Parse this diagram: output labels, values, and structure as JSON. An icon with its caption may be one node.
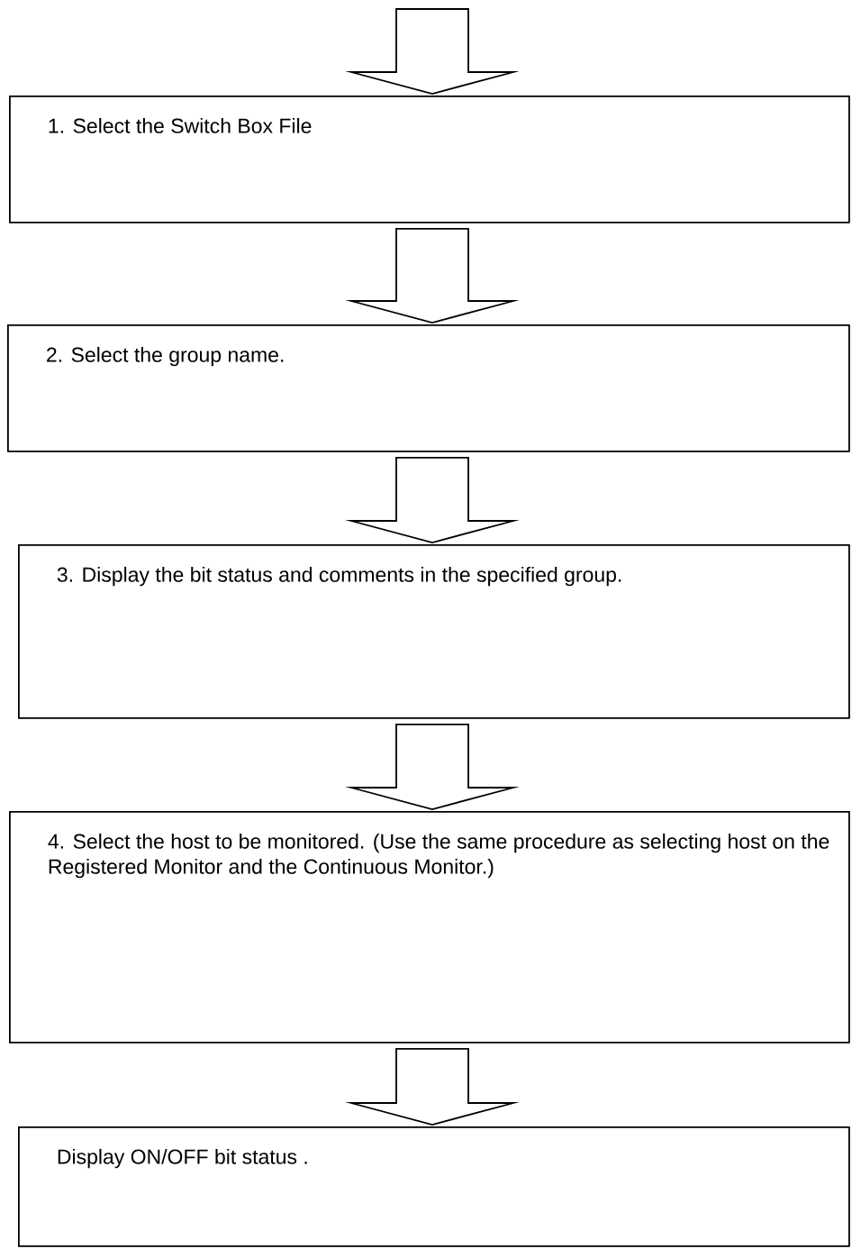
{
  "diagram": {
    "nodes": [
      {
        "text": [
          "1. Select the Switch Box File"
        ]
      },
      {
        "text": [
          "2. Select the group name."
        ]
      },
      {
        "text": [
          "3. Display the bit status and comments in the specified group."
        ]
      },
      {
        "text": [
          "4. Select the host to be monitored. (Use the same procedure as selecting host on the Registered Monitor and the Continuous Monitor.)"
        ]
      },
      {
        "text": [
          "Display ON/OFF bit status ."
        ]
      }
    ],
    "edges": [
      {
        "from": null,
        "to": 0,
        "arrow": "to"
      },
      {
        "from": 0,
        "to": 1,
        "arrow": "to"
      },
      {
        "from": 1,
        "to": 2,
        "arrow": "to"
      },
      {
        "from": 2,
        "to": 3,
        "arrow": "to"
      },
      {
        "from": 3,
        "to": 4,
        "arrow": "to"
      }
    ]
  }
}
